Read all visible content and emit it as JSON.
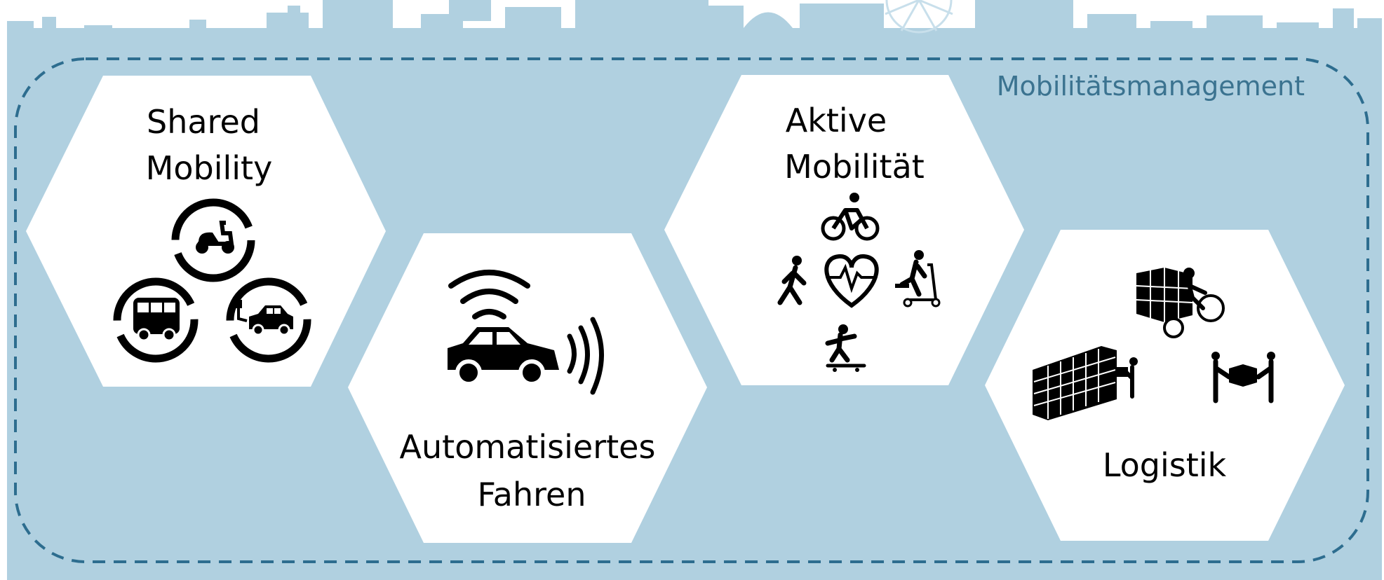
{
  "colors": {
    "background": "#b0d0e0",
    "frame_stroke": "#2d6d8f",
    "management_text": "#3b7390",
    "hexagon_fill": "#ffffff",
    "icon": "#000000"
  },
  "frame": {
    "label": "Mobilitätsmanagement"
  },
  "hexagons": {
    "shared": {
      "line1": "Shared",
      "line2": "Mobility",
      "icons": [
        "scooter-icon",
        "bus-icon",
        "electric-car-icon"
      ]
    },
    "automated": {
      "line1": "Automatisiertes",
      "line2": "Fahren",
      "icons": [
        "connected-car-icon"
      ]
    },
    "active": {
      "line1": "Aktive",
      "line2": "Mobilität",
      "icons": [
        "cyclist-icon",
        "pedestrian-icon",
        "heart-pulse-icon",
        "e-scooter-rider-icon",
        "skateboarder-icon"
      ]
    },
    "logistics": {
      "line1": "Logistik",
      "icons": [
        "cargo-bike-icon",
        "parcel-locker-icon",
        "parcel-handover-icon"
      ]
    }
  }
}
